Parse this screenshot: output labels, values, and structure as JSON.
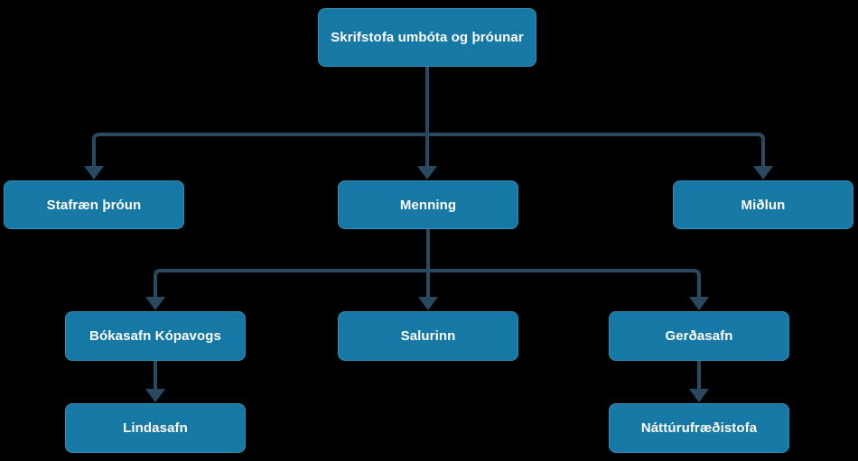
{
  "diagram": {
    "type": "org-chart",
    "nodes": [
      {
        "id": "root",
        "label": "Skrifstofa umbóta og þróunar",
        "parent": null
      },
      {
        "id": "stafraen-throun",
        "label": "Stafræn þróun",
        "parent": "root"
      },
      {
        "id": "menning",
        "label": "Menning",
        "parent": "root"
      },
      {
        "id": "midlun",
        "label": "Miðlun",
        "parent": "root"
      },
      {
        "id": "bokasafn-kopavogs",
        "label": "Bókasafn Kópavogs",
        "parent": "menning"
      },
      {
        "id": "salurinn",
        "label": "Salurinn",
        "parent": "menning"
      },
      {
        "id": "gerdasafn",
        "label": "Gerðasafn",
        "parent": "menning"
      },
      {
        "id": "lindasafn",
        "label": "Lindasafn",
        "parent": "bokasafn-kopavogs"
      },
      {
        "id": "natturufraedistofa",
        "label": "Náttúrufræðistofa",
        "parent": "gerdasafn"
      }
    ]
  },
  "colors": {
    "background": "#000000",
    "node_fill": "#1678A4",
    "node_text": "#FFFFFF",
    "connector": "#294961"
  }
}
